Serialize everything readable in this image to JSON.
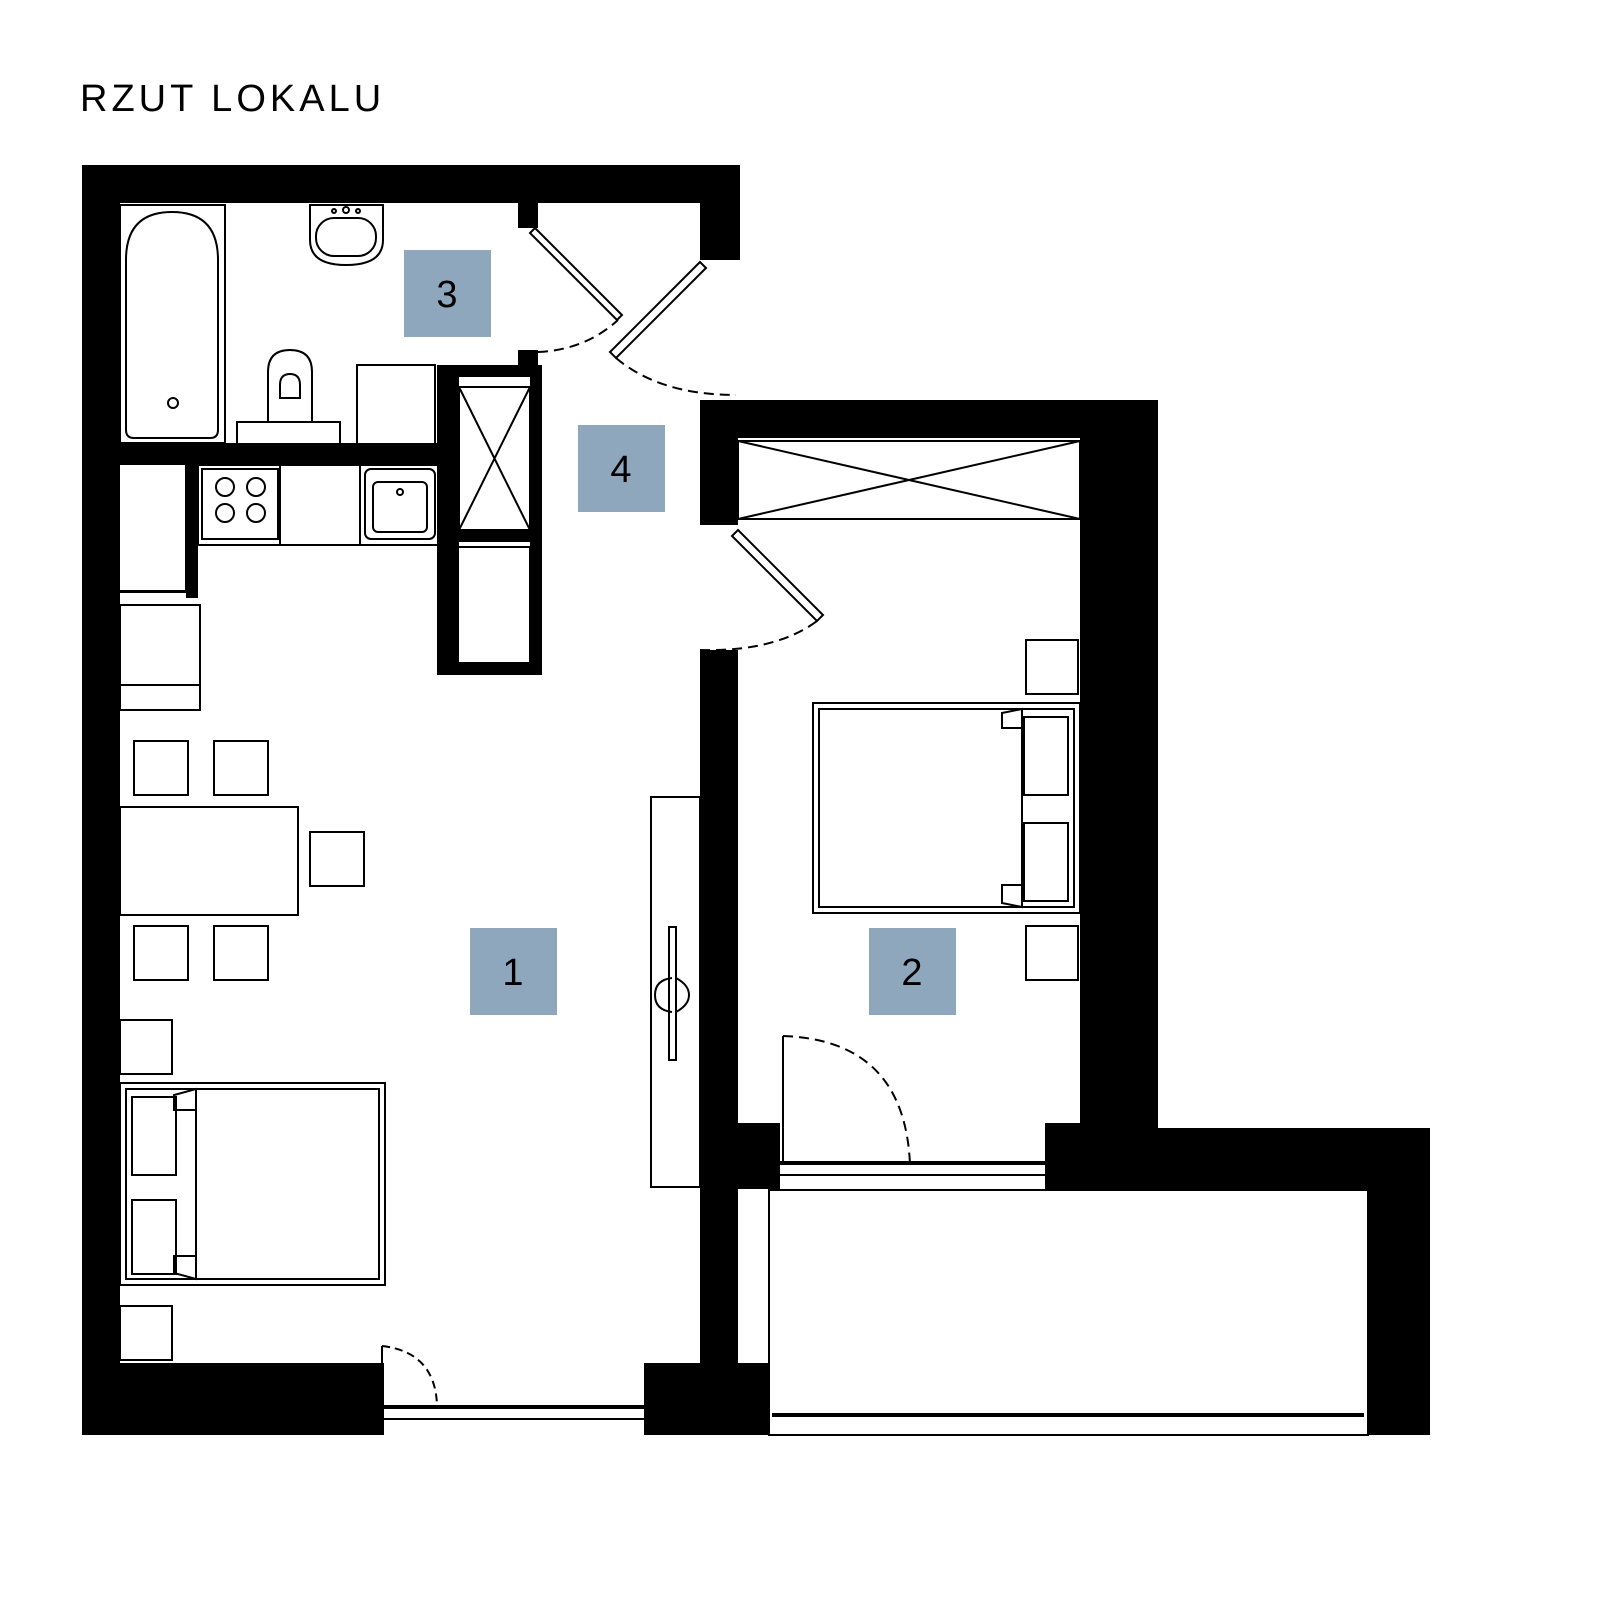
{
  "title": "RZUT LOKALU",
  "colors": {
    "wall": "#000000",
    "room_label_bg": "#8fa7bd",
    "line": "#000000"
  },
  "rooms": [
    {
      "number": "1"
    },
    {
      "number": "2"
    },
    {
      "number": "3"
    },
    {
      "number": "4"
    }
  ]
}
